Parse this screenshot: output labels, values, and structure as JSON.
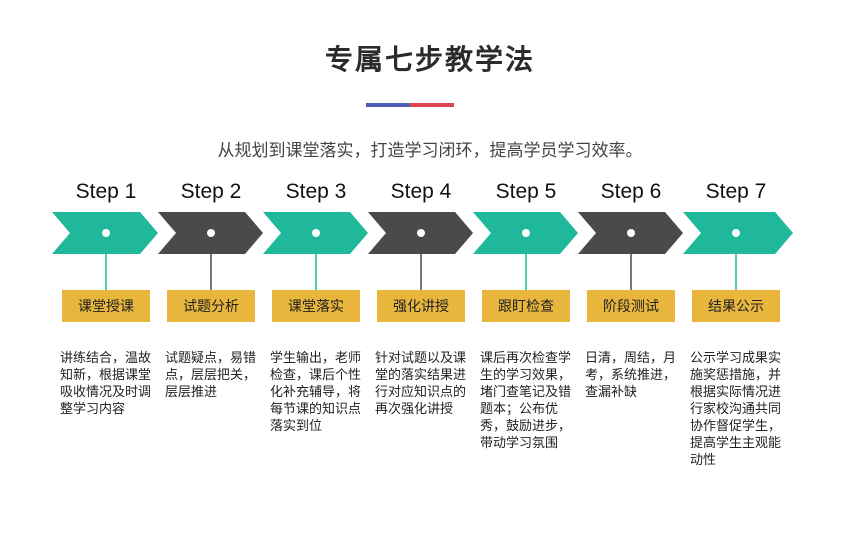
{
  "title": "专属七步教学法",
  "subtitle": "从规划到课堂落实，打造学习闭环，提高学员学习效率。",
  "colors": {
    "teal": "#1fb89a",
    "dark": "#4a4a4a",
    "gold": "#e9b63d",
    "bar_left": "#4a5fb5",
    "bar_right": "#e0474a"
  },
  "steps": [
    {
      "label": "Step 1",
      "box": "课堂授课",
      "desc": "讲练结合，温故知新，根据课堂吸收情况及时调整学习内容"
    },
    {
      "label": "Step 2",
      "box": "试题分析",
      "desc": "试题疑点，易错点，层层把关，层层推进"
    },
    {
      "label": "Step 3",
      "box": "课堂落实",
      "desc": "学生输出，老师检查，课后个性化补充辅导，将每节课的知识点落实到位"
    },
    {
      "label": "Step 4",
      "box": "强化讲授",
      "desc": "针对试题以及课堂的落实结果进行对应知识点的再次强化讲授"
    },
    {
      "label": "Step 5",
      "box": "跟盯检查",
      "desc": "课后再次检查学生的学习效果，堵门查笔记及错题本；公布优秀，鼓励进步，带动学习氛围"
    },
    {
      "label": "Step 6",
      "box": "阶段测试",
      "desc": "日清，周结，月考，系统推进，查漏补缺"
    },
    {
      "label": "Step 7",
      "box": "结果公示",
      "desc": "公示学习成果实施奖惩措施，并根据实际情况进行家校沟通共同协作督促学生，提高学生主观能动性"
    }
  ]
}
